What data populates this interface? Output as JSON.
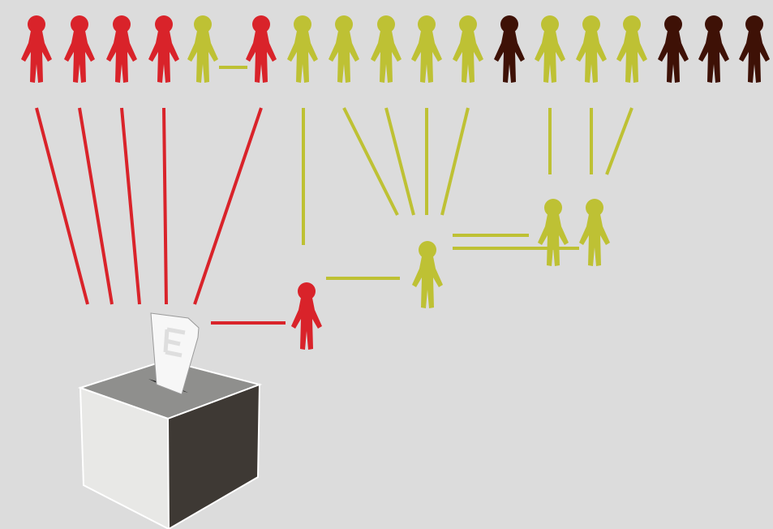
{
  "colors": {
    "background": "#dcdcdc",
    "supporting_party": "#d9232a",
    "other_party": "#bec134",
    "non_voting": "#3e1106",
    "ballot_box_top": "#8f8f8d",
    "ballot_box_front": "#e8e8e6",
    "ballot_box_side": "#3e3934",
    "ballot_paper": "#f7f7f7"
  },
  "people": [
    {
      "party": "supporting_party",
      "icon": "person-icon"
    },
    {
      "party": "supporting_party",
      "icon": "person-icon"
    },
    {
      "party": "supporting_party",
      "icon": "person-icon"
    },
    {
      "party": "supporting_party",
      "icon": "person-icon"
    },
    {
      "party": "other_party",
      "icon": "person-icon"
    },
    {
      "party": "supporting_party",
      "icon": "person-icon"
    },
    {
      "party": "other_party",
      "icon": "person-icon"
    },
    {
      "party": "other_party",
      "icon": "person-icon"
    },
    {
      "party": "other_party",
      "icon": "person-icon"
    },
    {
      "party": "other_party",
      "icon": "person-icon"
    },
    {
      "party": "other_party",
      "icon": "person-icon"
    },
    {
      "party": "non_voting",
      "icon": "person-icon"
    },
    {
      "party": "other_party",
      "icon": "person-icon"
    },
    {
      "party": "other_party",
      "icon": "person-icon"
    },
    {
      "party": "other_party",
      "icon": "person-icon"
    },
    {
      "party": "non_voting",
      "icon": "person-icon"
    },
    {
      "party": "non_voting",
      "icon": "person-icon"
    },
    {
      "party": "non_voting",
      "icon": "person-icon"
    }
  ],
  "delegates": [
    {
      "party": "supporting_party",
      "icon": "person-icon"
    },
    {
      "party": "other_party",
      "icon": "person-icon"
    },
    {
      "party": "other_party",
      "icon": "person-icon"
    },
    {
      "party": "other_party",
      "icon": "person-icon"
    }
  ],
  "ballot_box": {
    "icon": "ballot-box-icon"
  },
  "ballot_paper": {
    "icon": "ballot-paper-icon"
  }
}
